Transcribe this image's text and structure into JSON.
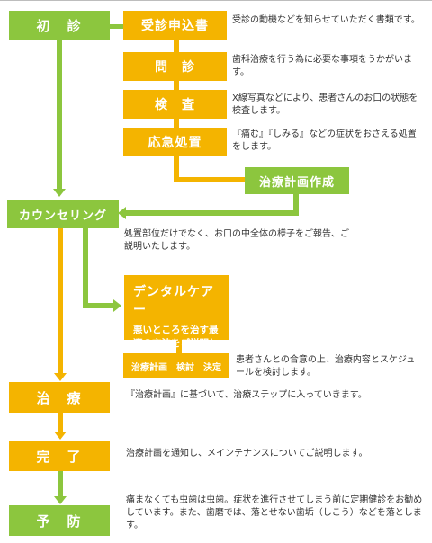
{
  "steps": {
    "shoshin": "初　診",
    "counseling": "カウンセリング",
    "chiryo": "治　療",
    "kanryo": "完　了",
    "yobo": "予　防"
  },
  "sub_steps": {
    "juushin": "受診申込書",
    "monshin": "問　診",
    "kensa": "検　査",
    "oukyu": "応急処置",
    "keikaku": "治療計画作成",
    "dental_title": "デンタルケアー",
    "dental_desc": "悪いところを治す最適の方法をご説明します。",
    "kettei": "治療計画　検討　決定"
  },
  "descriptions": {
    "juushin": "受診の動機などを知らせていただく書類です。",
    "monshin": "歯科治療を行う為に必要な事項をうかがいます。",
    "kensa": "X線写真などにより、患者さんのお口の状態を検査します。",
    "oukyu": "『痛む』『しみる』などの症状をおさえる処置をします。",
    "counseling": "処置部位だけでなく、お口の中全体の様子をご報告、ご説明いたします。",
    "kettei": "患者さんとの合意の上、治療内容とスケジュールを検討します。",
    "chiryo": "『治療計画』に基づいて、治療ステップに入っていきます。",
    "kanryo": "治療計画を通知し、メインテナンスについてご説明します。",
    "yobo": "痛まなくても虫歯は虫歯。症状を進行させてしまう前に定期健診をお勧めしています。また、歯磨では、落とせない歯垢（しこう）などを落とします。"
  },
  "colors": {
    "green": "#8cc63e",
    "yellow": "#f4b400",
    "text": "#333333"
  }
}
